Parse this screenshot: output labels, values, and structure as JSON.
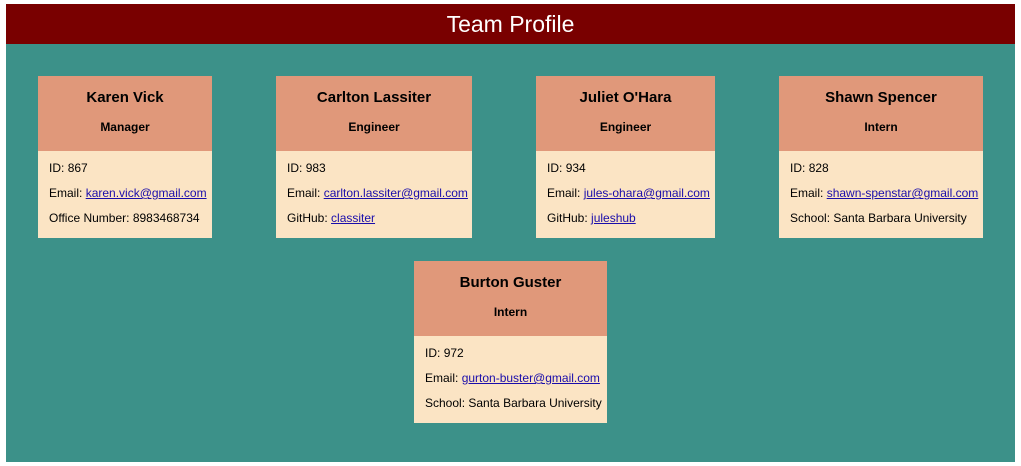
{
  "header": {
    "title": "Team Profile"
  },
  "cards": [
    {
      "name": "Karen Vick",
      "role": "Manager",
      "id_label": "ID:",
      "id": "867",
      "email_label": "Email:",
      "email": "karen.vick@gmail.com",
      "extra_label": "Office Number:",
      "extra": "8983468734"
    },
    {
      "name": "Carlton Lassiter",
      "role": "Engineer",
      "id_label": "ID:",
      "id": "983",
      "email_label": "Email:",
      "email": "carlton.lassiter@gmail.com",
      "extra_label": "GitHub:",
      "extra": "classiter"
    },
    {
      "name": "Juliet O'Hara",
      "role": "Engineer",
      "id_label": "ID:",
      "id": "934",
      "email_label": "Email:",
      "email": "jules-ohara@gmail.com",
      "extra_label": "GitHub:",
      "extra": "juleshub"
    },
    {
      "name": "Shawn Spencer",
      "role": "Intern",
      "id_label": "ID:",
      "id": "828",
      "email_label": "Email:",
      "email": "shawn-spenstar@gmail.com",
      "extra_label": "School:",
      "extra": "Santa Barbara University"
    },
    {
      "name": "Burton Guster",
      "role": "Intern",
      "id_label": "ID:",
      "id": "972",
      "email_label": "Email:",
      "email": "gurton-buster@gmail.com",
      "extra_label": "School:",
      "extra": "Santa Barbara University"
    }
  ],
  "colors": {
    "header_bg": "#790000",
    "page_bg": "#3c9189",
    "card_head_bg": "#e0987a",
    "card_body_bg": "#fbe4c4",
    "link": "#1a0dab"
  }
}
